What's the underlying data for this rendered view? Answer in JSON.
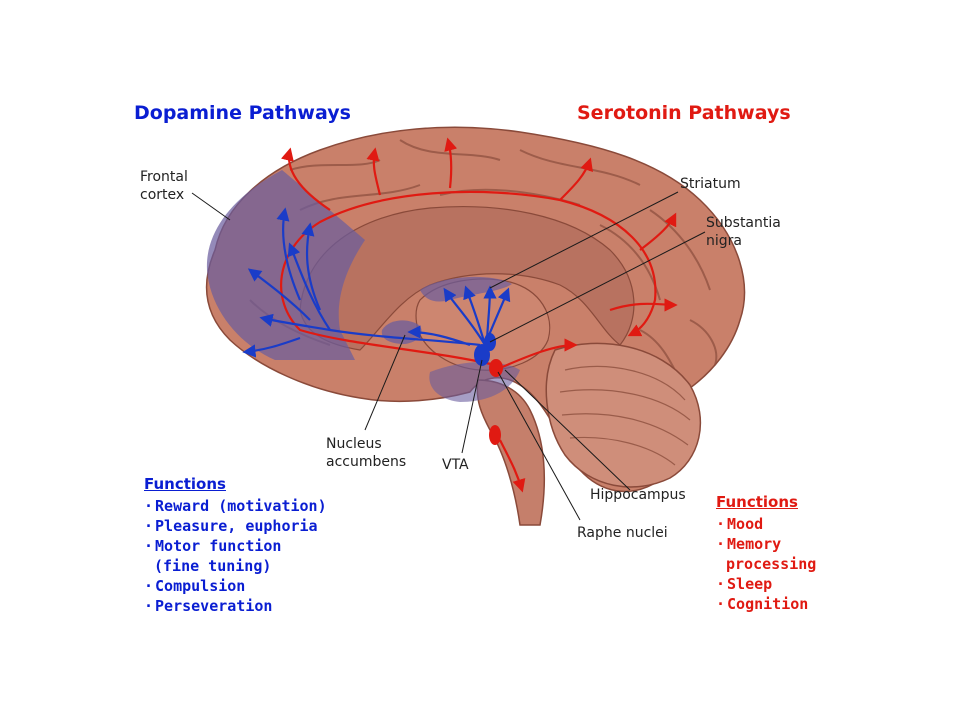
{
  "titles": {
    "dopamine": "Dopamine Pathways",
    "serotonin": "Serotonin Pathways"
  },
  "labels": {
    "frontal_cortex": [
      "Frontal",
      "cortex"
    ],
    "striatum": "Striatum",
    "substantia_nigra": [
      "Substantia",
      "nigra"
    ],
    "nucleus_accumbens": [
      "Nucleus",
      "accumbens"
    ],
    "vta": "VTA",
    "hippocampus": "Hippocampus",
    "raphe_nuclei": "Raphe nuclei"
  },
  "dopamine_functions": {
    "heading": "Functions",
    "items": [
      "Reward (motivation)",
      "Pleasure, euphoria",
      "Motor function",
      "(fine tuning)",
      "Compulsion",
      "Perseveration"
    ]
  },
  "serotonin_functions": {
    "heading": "Functions",
    "items": [
      "Mood",
      "Memory",
      "processing",
      "Sleep",
      "Cognition"
    ]
  },
  "colors": {
    "dopamine": "#0a1ed2",
    "serotonin": "#e01a12",
    "brain": "#c9806a",
    "brain_dark": "#9b5a48",
    "overlay": "#6b5d9e"
  }
}
